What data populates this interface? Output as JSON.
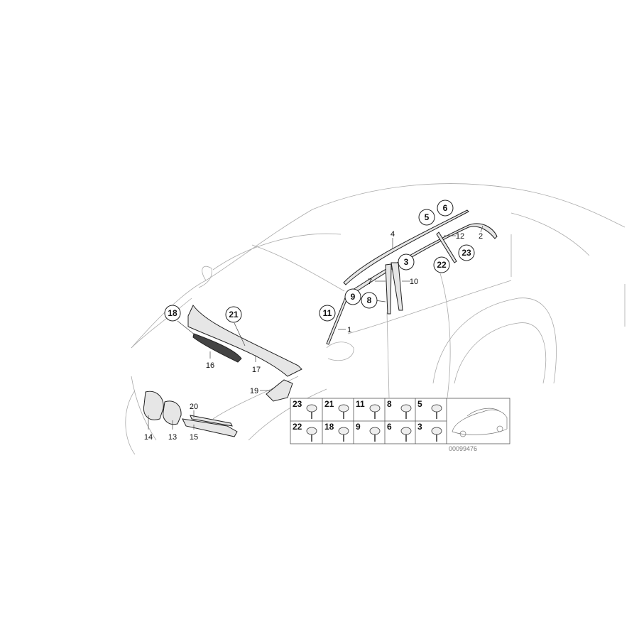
{
  "diagram": {
    "circled_callouts": [
      "18",
      "21",
      "11",
      "9",
      "8",
      "3",
      "22",
      "23",
      "5",
      "6"
    ],
    "plain_callouts": [
      "4",
      "12",
      "2",
      "7",
      "10",
      "1",
      "16",
      "17",
      "19",
      "20",
      "14",
      "13",
      "15"
    ],
    "legend": {
      "row1": [
        "23",
        "21",
        "11",
        "8",
        "5"
      ],
      "row2": [
        "22",
        "18",
        "9",
        "6",
        "3"
      ]
    },
    "part_id": "00099476"
  }
}
